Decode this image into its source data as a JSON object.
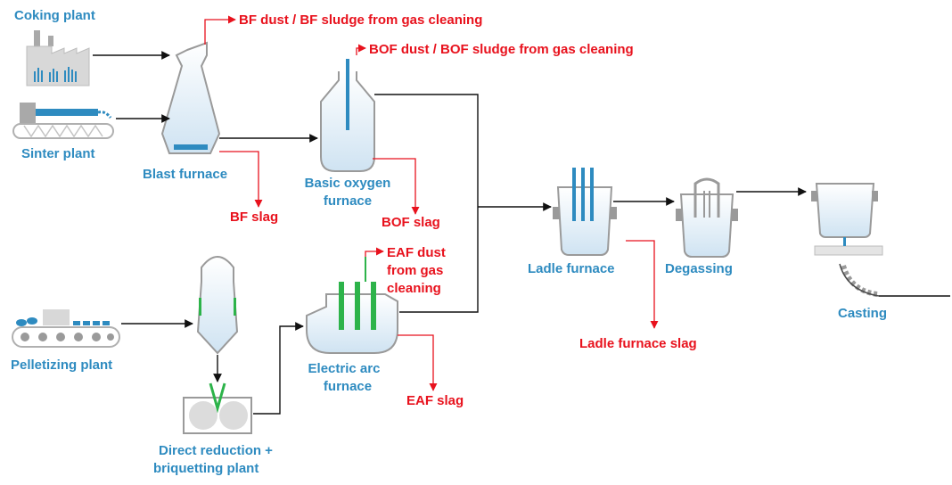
{
  "plants": {
    "coking": "Coking plant",
    "sinter": "Sinter plant",
    "pelletizing": "Pelletizing plant",
    "direct_reduction_line1": "Direct reduction +",
    "direct_reduction_line2": "briquetting plant"
  },
  "units": {
    "blast_furnace": "Blast furnace",
    "bof_line1": "Basic oxygen",
    "bof_line2": "furnace",
    "eaf_line1": "Electric arc",
    "eaf_line2": "furnace",
    "ladle_furnace": "Ladle furnace",
    "degassing": "Degassing",
    "casting": "Casting"
  },
  "residues": {
    "bf_dust": "BF dust / BF sludge from gas cleaning",
    "bof_dust": "BOF dust / BOF sludge from gas cleaning",
    "bf_slag": "BF slag",
    "bof_slag": "BOF slag",
    "eaf_dust_line1": "EAF dust",
    "eaf_dust_line2": "from gas",
    "eaf_dust_line3": "cleaning",
    "eaf_slag": "EAF slag",
    "ladle_slag": "Ladle furnace slag"
  },
  "colors": {
    "label_blue": "#2e8bc0",
    "residue_red": "#e8121d",
    "liquid_blue": "#d4e8f5",
    "electrode_green": "#2db34a"
  }
}
